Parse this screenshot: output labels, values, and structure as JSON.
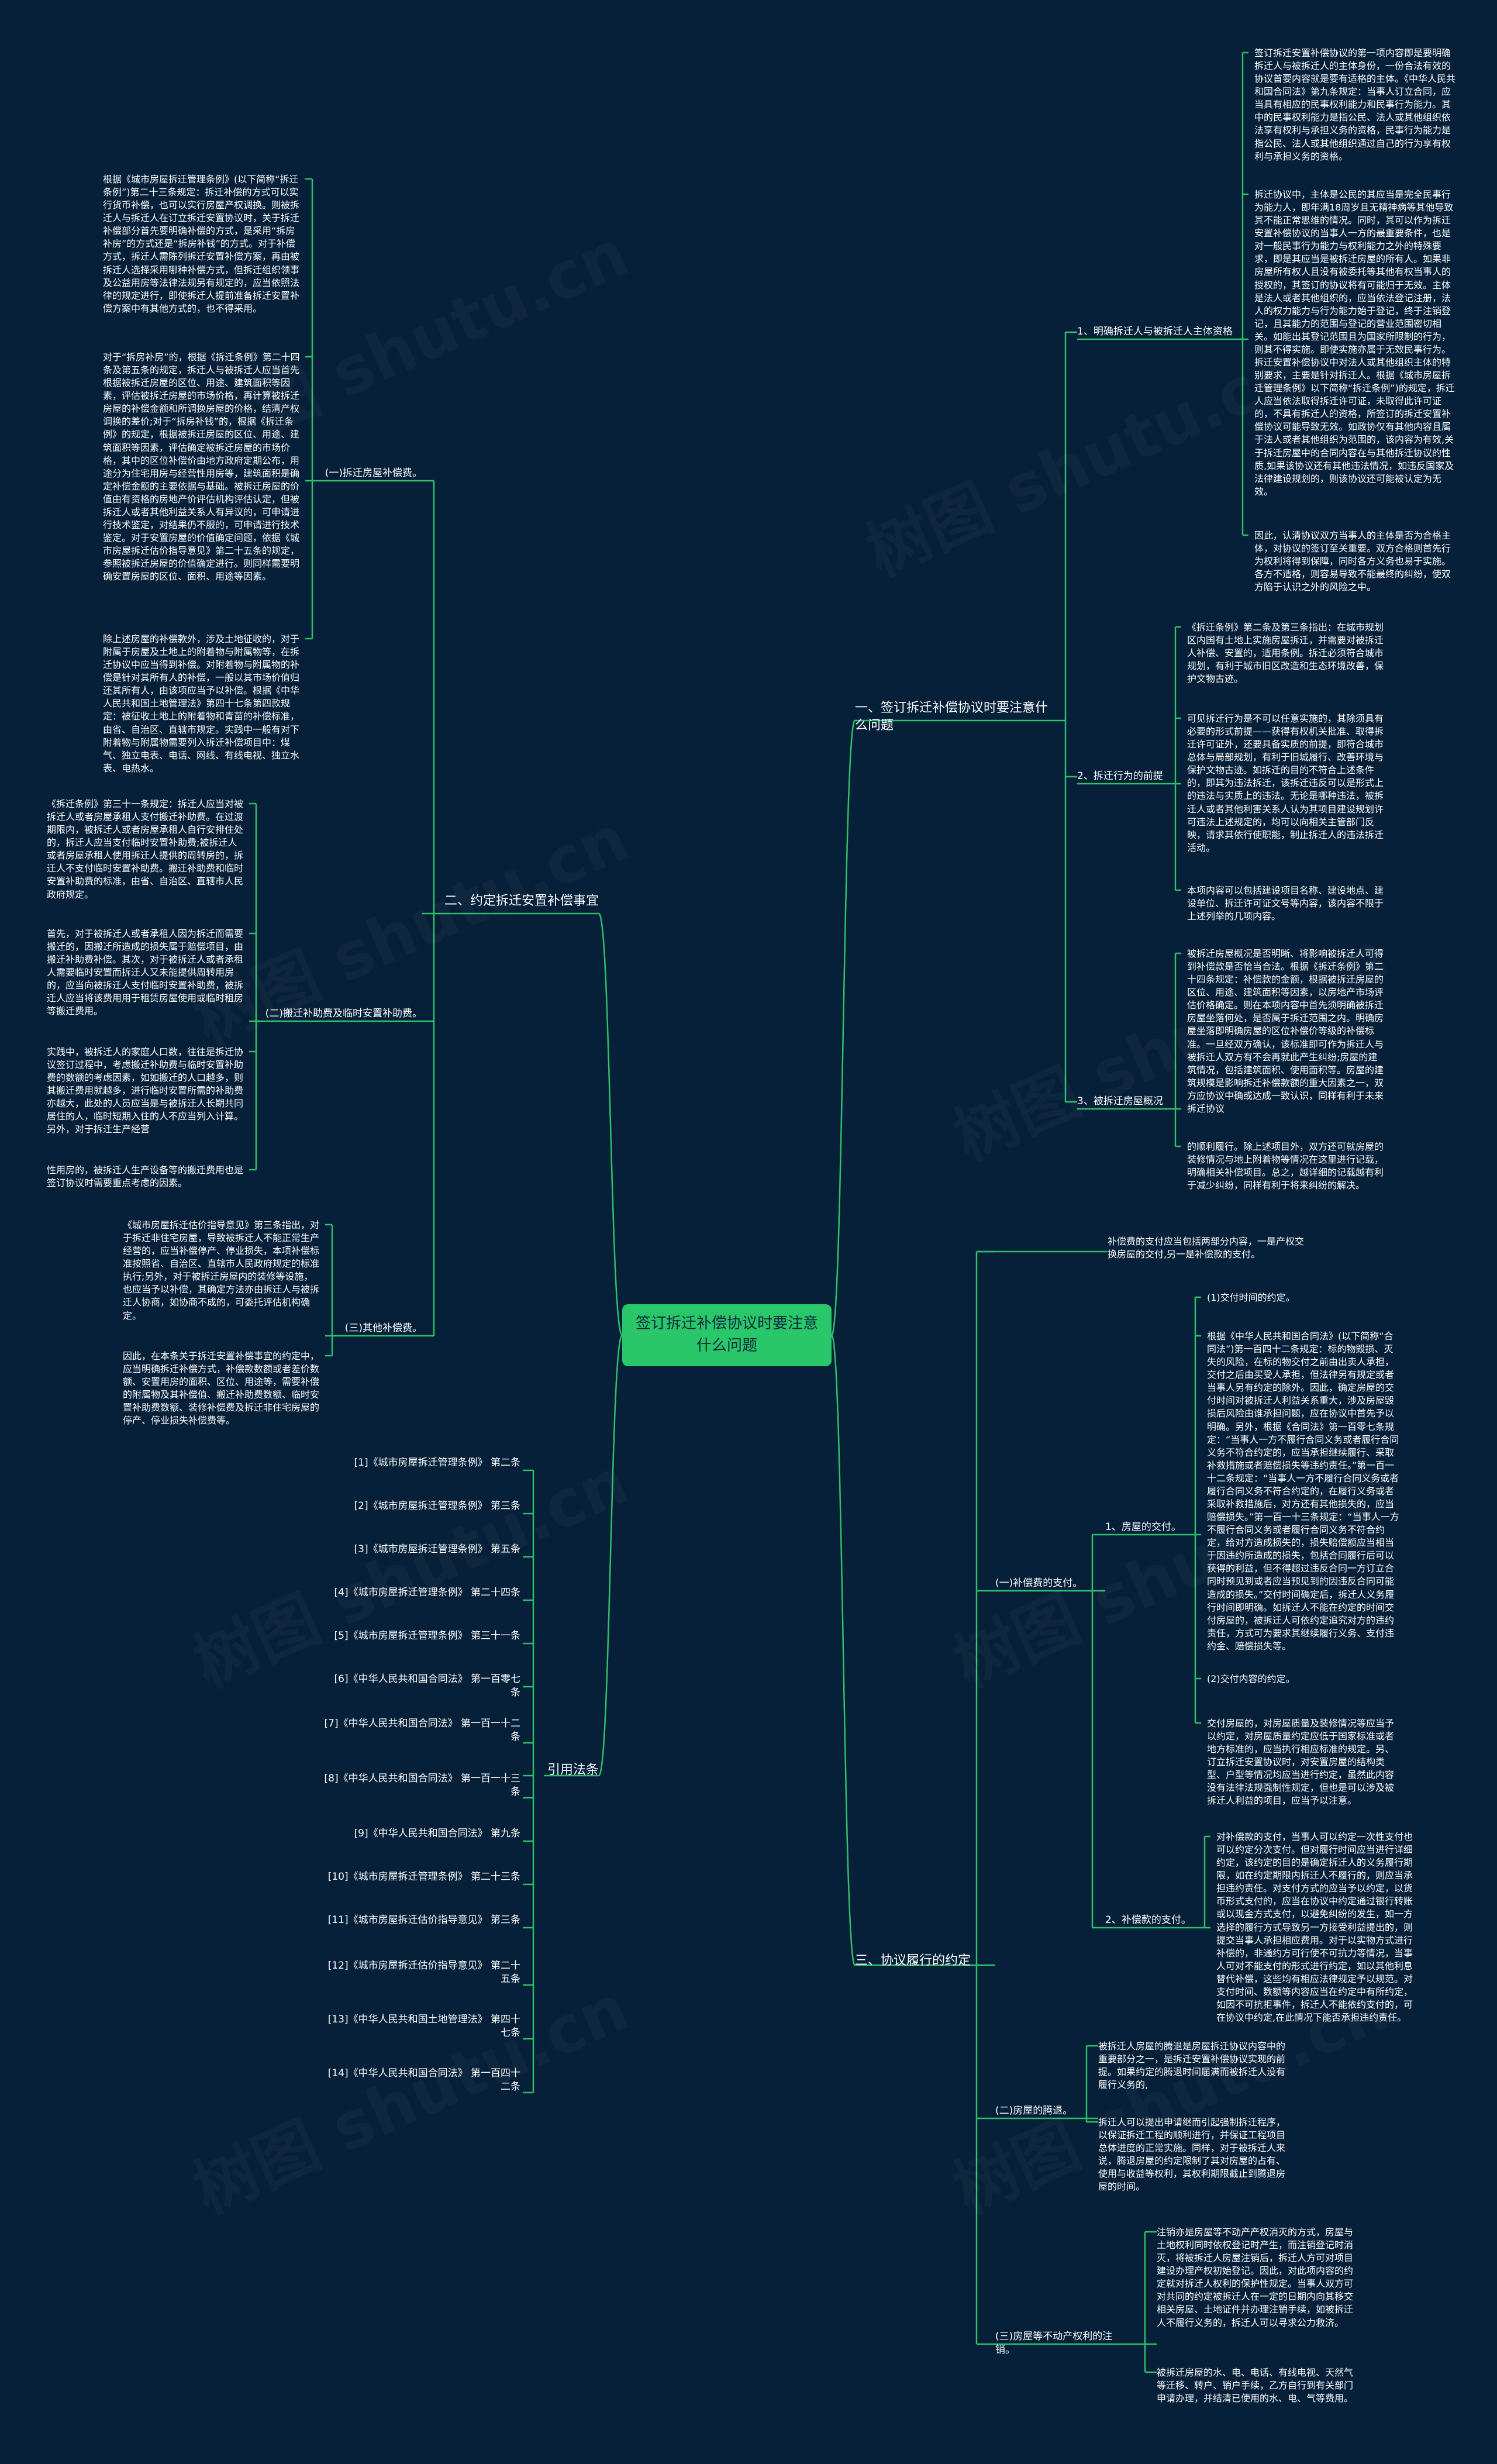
{
  "root": "签订拆迁补偿协议时要注意什么问题",
  "right": [
    {
      "label": "一、签订拆迁补偿协议时要注意什么问题",
      "children": [
        {
          "label": "1、明确拆迁人与被拆迁人主体资格",
          "paras": [
            "签订拆迁安置补偿协议的第一项内容即是要明确拆迁人与被拆迁人的主体身份，一份合法有效的协议首要内容就是要有适格的主体。《中华人民共和国合同法》第九条规定：当事人订立合同，应当具有相应的民事权利能力和民事行为能力。其中的民事权利能力是指公民、法人或其他组织依法享有权利与承担义务的资格，民事行为能力是指公民、法人或其他组织通过自己的行为享有权利与承担义务的资格。",
            "拆迁协议中，主体是公民的其应当是完全民事行为能力人，即年满18周岁且无精神病等其他导致其不能正常思维的情况。同时，其可以作为拆迁安置补偿协议的当事人一方的最重要条件，也是对一般民事行为能力与权利能力之外的特殊要求，即是其应当是被拆迁房屋的所有人。如果非房屋所有权人且没有被委托等其他有权当事人的授权的，其签订的协议将有可能归于无效。主体是法人或者其他组织的，应当依法登记注册，法人的权力能力与行为能力始于登记，终于注销登记，且其能力的范围与登记的营业范围密切相关。如能出其登记范围且为国家所限制的行为，则其不得实施。即使实施亦属于无效民事行为。拆迁安置补偿协议中对法人或其他组织主体的特别要求，主要是针对拆迁人。根据《城市房屋拆迁管理条例》以下简称“拆迁条例”)的规定，拆迁人应当依法取得拆迁许可证，未取得此许可证的，不具有拆迁人的资格，所签订的拆迁安置补偿协议可能导致无效。如政协仅有其他内容且属于法人或者其他组织为范围的，该内容为有效,关于拆迁房屋中的合同内容在与其他拆迁协议的性质,如果该协议还有其他违法情况，如违反国家及法律建设规划的，则该协议还可能被认定为无效。",
            "因此，认清协议双方当事人的主体是否为合格主体，对协议的签订至关重要。双方合格则首先行为权利将得到保障，同时各方义务也易于实施。各方不适格，则容易导致不能最终的纠纷，使双方陷于认识之外的风险之中。"
          ]
        },
        {
          "label": "2、拆迁行为的前提",
          "paras": [
            "《拆迁条例》第二条及第三条指出：在城市规划区内国有土地上实施房屋拆迁，并需要对被拆迁人补偿、安置的，适用条例。拆迁必须符合城市规划，有利于城市旧区改造和生态环境改善，保护文物古迹。",
            "可见拆迁行为是不可以任意实施的，其除须具有必要的形式前提——获得有权机关批准、取得拆迁许可证外，还要具备实质的前提，即符合城市总体与局部规划，有利于旧城履行、改善环境与保护文物古迹。如拆迁的目的不符合上述条件的，即其为违法拆迁，该拆迁违反可以是形式上的违法与实质上的违法。无论是哪种违法，被拆迁人或者其他利害关系人认为其项目建设规划许可违法上述规定的，均可以向相关主管部门反映，请求其依行使职能，制止拆迁人的违法拆迁活动。",
            "本项内容可以包括建设项目名称、建设地点、建设单位、拆迁许可证文号等内容，该内容不限于上述列举的几项内容。"
          ]
        },
        {
          "label": "3、被拆迁房屋概况",
          "paras": [
            "被拆迁房屋概况是否明晰、将影响被拆迁人可得到补偿款是否恰当合法。根据《拆迁条例》第二十四条规定：补偿款的金额，根据被拆迁房屋的区位、用途、建筑面积等因素，以房地产市场评估价格确定。则在本项内容中首先须明确被拆迁房屋坐落何处，是否属于拆迁范围之内。明确房屋坐落即明确房屋的区位补偿价等级的补偿标准。一旦经双方确认，该标准即可作为拆迁人与被拆迁人双方有不会再就此产生纠纷;房屋的建筑情况，包括建筑面积、使用面积等。房屋的建筑规模是影响拆迁补偿款额的重大因素之一，双方应协议中确或达成一致认识，同样有利于未来拆迁协议",
            "的顺利履行。除上述项目外，双方还可就房屋的装修情况与地上附着物等情况在这里进行记载，明确相关补偿项目。总之，越详细的记载越有利于减少纠纷，同样有利于将来纠纷的解决。"
          ]
        }
      ]
    },
    {
      "label": "三、协议履行的约定",
      "intro": "补偿费的支付应当包括两部分内容，一是产权交换房屋的交付,另一是补偿款的支付。",
      "children": [
        {
          "label": "(一)补偿费的支付。",
          "children": [
            {
              "label": "1、房屋的交付。",
              "paras": [
                "(1)交付时间的约定。",
                "根据《中华人民共和国合同法》(以下简称“合同法”)第一百四十二条规定：标的物毁损、灭失的风险，在标的物交付之前由出卖人承担，交付之后由买受人承担，但法律另有规定或者当事人另有约定的除外。因此，确定房屋的交付时间对被拆迁人利益关系重大，涉及房屋毁损后风险由谁承担问题，应在协议中首先予以明确。另外，根据《合同法》第一百零七条规定：“当事人一方不履行合同义务或者履行合同义务不符合约定的，应当承担继续履行、采取补救措施或者赔偿损失等违约责任。”第一百一十二条规定：“当事人一方不履行合同义务或者履行合同义务不符合约定的，在履行义务或者采取补救措施后，对方还有其他损失的，应当赔偿损失。”第一百一十三条规定：“当事人一方不履行合同义务或者履行合同义务不符合约定，给对方造成损失的，损失赔偿额应当相当于因违约所造成的损失，包括合同履行后可以获得的利益，但不得超过违反合同一方订立合同时预见到或者应当预见到的因违反合同可能造成的损失。”交付时间确定后，拆迁人义务履行时间即明确。如拆迁人不能在约定的时间交付房屋的，被拆迁人可依约定追究对方的违约责任，方式可为要求其继续履行义务、支付违约金、赔偿损失等。",
                "(2)交付内容的约定。",
                "交付房屋的，对房屋质量及装修情况等应当予以约定，对房屋质量约定应低于国家标准或者地方标准的，应当执行相应标准的规定。另、订立拆迁安置协议时，对安置房屋的结构类型、户型等情况均应当进行约定，虽然此内容没有法律法规强制性规定，但也是可以涉及被拆迁人利益的项目，应当予以注意。"
              ]
            },
            {
              "label": "2、补偿款的支付。",
              "paras": [
                "对补偿款的支付，当事人可以约定一次性支付也可以约定分次支付。但对履行时间应当进行详细约定，该约定的目的是确定拆迁人的义务履行期限，如在约定期限内拆迁人不履行的，则应当承担违约责任。对支付方式的应当予以约定，以货币形式支付的，应当在协议中约定通过银行转账或以现金方式支付，以避免纠纷的发生，如一方选择的履行方式导致另一方接受利益提出的，则提交当事人承担相应费用。对于以实物方式进行补偿的，非通约方可行使不可抗力等情况，当事人可对不能支付的形式进行约定，如以其他利息替代补偿，这些均有相应法律规定予以规范。对支付时间、数额等内容应当在约定中有所约定，如因不可抗拒事件，拆迁人不能依约支付的，可在协议中约定,在此情况下能否承担违约责任。"
              ]
            }
          ]
        },
        {
          "label": "(二)房屋的腾退。",
          "paras": [
            "被拆迁人房屋的腾退是房屋拆迁协议内容中的重要部分之一，是拆迁安置补偿协议实现的前提。如果约定的腾退时间届满而被拆迁人没有履行义务的,",
            "拆迁人可以提出申请继而引起强制拆迁程序，以保证拆迁工程的顺利进行，并保证工程项目总体进度的正常实施。同样，对于被拆迁人来说，腾退房屋的约定限制了其对房屋的占有、使用与收益等权利，其权利期限截止到腾退房屋的时间。"
          ]
        },
        {
          "label": "(三)房屋等不动产权利的注销。",
          "paras": [
            "注销亦是房屋等不动产产权消灭的方式，房屋与土地权利同时依权登记时产生，而注销登记时消灭，将被拆迁人房屋注销后，拆迁人方可对项目建设办理产权初始登记。因此，对此项内容的约定就对拆迁人权利的保护性规定。当事人双方可对共同的约定被拆迁人在一定的日期内向其移交相关房屋、土地证件并办理注销手续，如被拆迁人不履行义务的，拆迁人可以寻求公力救济。",
            "被拆迁房屋的水、电、电话、有线电视、天然气等迁移、转户、销户手续，乙方自行到有关部门申请办理，并结清已使用的水、电、气等费用。"
          ]
        }
      ]
    }
  ],
  "left": [
    {
      "label": "二、约定拆迁安置补偿事宜",
      "children": [
        {
          "label": "(一)拆迁房屋补偿费。",
          "paras": [
            "根据《城市房屋拆迁管理条例》(以下简称“拆迁条例”)第二十三条规定：拆迁补偿的方式可以实行货币补偿，也可以实行房屋产权调换。则被拆迁人与拆迁人在订立拆迁安置协议时，关于拆迁补偿部分首先要明确补偿的方式，是采用“拆房补房”的方式还是“拆房补钱”的方式。对于补偿方式，拆迁人需陈列拆迁安置补偿方案，再由被拆迁人选择采用哪种补偿方式，但拆迁组织领事及公益用房等法律法规另有规定的，应当依照法律的规定进行，即使拆迁人提前准备拆迁安置补偿方案中有其他方式的，也不得采用。",
            "对于“拆房补房”的，根据《拆迁条例》第二十四条及第五条的规定，拆迁人与被拆迁人应当首先根据被拆迁房屋的区位、用途、建筑面积等因素，评估被拆迁房屋的市场价格，再计算被拆迁房屋的补偿金额和所调换房屋的价格，结清产权调换的差价;对于“拆房补钱”的，根据《拆迁条例》的规定，根据被拆迁房屋的区位、用途、建筑面积等因素，评估确定被拆迁房屋的市场价格，其中的区位补偿价由地方政府定期公布，用途分为住宅用房与经营性用房等，建筑面积是确定补偿金额的主要依据与基础。被拆迁房屋的价值由有资格的房地产价评估机构评估认定，但被拆迁人或者其他利益关系人有异议的，可申请进行技术鉴定，对结果仍不服的，可申请进行技术鉴定。对于安置房屋的价值确定问题，依据《城市房屋拆迁估价指导意见》第二十五条的规定，参照被拆迁房屋的价值确定进行。则同样需要明确安置房屋的区位、面积、用途等因素。",
            "除上述房屋的补偿款外，涉及土地征收的，对于附属于房屋及土地上的附着物与附属物等，在拆迁协议中应当得到补偿。对附着物与附属物的补偿是针对其所有人的补偿，一般以其市场价值归还其所有人，由该项应当予以补偿。根据《中华人民共和国土地管理法》第四十七条第四款规定：被征收土地上的附着物和青苗的补偿标准，由省、自治区、直辖市规定。实践中一般有对下附着物与附属物需要列入拆迁补偿项目中：煤气、独立电表、电话、网线、有线电视、独立水表、电热水。"
          ]
        },
        {
          "label": "(二)搬迁补助费及临时安置补助费。",
          "paras": [
            "《拆迁条例》第三十一条规定：拆迁人应当对被拆迁人或者房屋承租人支付搬迁补助费。在过渡期限内，被拆迁人或者房屋承租人自行安排住处的，拆迁人应当支付临时安置补助费;被拆迁人或者房屋承租人使用拆迁人提供的周转房的，拆迁人不支付临时安置补助费。搬迁补助费和临时安置补助费的标准，由省、自治区、直辖市人民政府规定。",
            "首先，对于被拆迁人或者承租人因为拆迁而需要搬迁的，因搬迁所造成的损失属于赔偿项目，由搬迁补助费补偿。其次，对于被拆迁人或者承租人需要临时安置而拆迁人又未能提供周转用房的，应当向被拆迁人支付临时安置补助费，被拆迁人应当将该费用用于租赁房屋使用或临时租房等搬迁费用。",
            "实践中，被拆迁人的家庭人口数，往往是拆迁协议签订过程中，考虑搬迁补助费与临时安置补助费的数额的考虑因素，如如搬迁的人口越多，则其搬迁费用就越多，进行临时安置所需的补助费亦越大，此处的人员应当是与被拆迁人长期共同居住的人，临时短期入住的人不应当列入计算。另外，对于拆迁生产经营",
            "性用房的，被拆迁人生产设备等的搬迁费用也是签订协议时需要重点考虑的因素。"
          ]
        },
        {
          "label": "(三)其他补偿费。",
          "paras": [
            "《城市房屋拆迁估价指导意见》第三条指出，对于拆迁非住宅房屋，导致被拆迁人不能正常生产经营的，应当补偿停产、停业损失，本项补偿标准按照省、自治区、直辖市人民政府规定的标准执行;另外，对于被拆迁房屋内的装修等设施，也应当予以补偿，其确定方法亦由拆迁人与被拆迁人协商，如协商不成的，可委托评估机构确定。",
            "因此，在本条关于拆迁安置补偿事宜的约定中，应当明确拆迁补偿方式，补偿款数额或者差价数额、安置用房的面积、区位、用途等，需要补偿的附属物及其补偿值、搬迁补助费数额、临时安置补助费数额、装修补偿费及拆迁非住宅房屋的停产、停业损失补偿费等。"
          ]
        }
      ]
    },
    {
      "label": "引用法条",
      "refs": [
        "[1]《城市房屋拆迁管理条例》 第二条",
        "[2]《城市房屋拆迁管理条例》 第三条",
        "[3]《城市房屋拆迁管理条例》 第五条",
        "[4]《城市房屋拆迁管理条例》 第二十四条",
        "[5]《城市房屋拆迁管理条例》 第三十一条",
        "[6]《中华人民共和国合同法》 第一百零七条",
        "[7]《中华人民共和国合同法》 第一百一十二条",
        "[8]《中华人民共和国合同法》 第一百一十三条",
        "[9]《中华人民共和国合同法》 第九条",
        "[10]《城市房屋拆迁管理条例》 第二十三条",
        "[11]《城市房屋拆迁估价指导意见》 第三条",
        "[12]《城市房屋拆迁估价指导意见》 第二十五条",
        "[13]《中华人民共和国土地管理法》 第四十七条",
        "[14]《中华人民共和国合同法》 第一百四十二条"
      ]
    }
  ],
  "watermark": "树图 shutu.cn",
  "colors": {
    "background": "#062039",
    "root": "#29c76a",
    "line": "#2fc168",
    "text": "#ffffff"
  }
}
